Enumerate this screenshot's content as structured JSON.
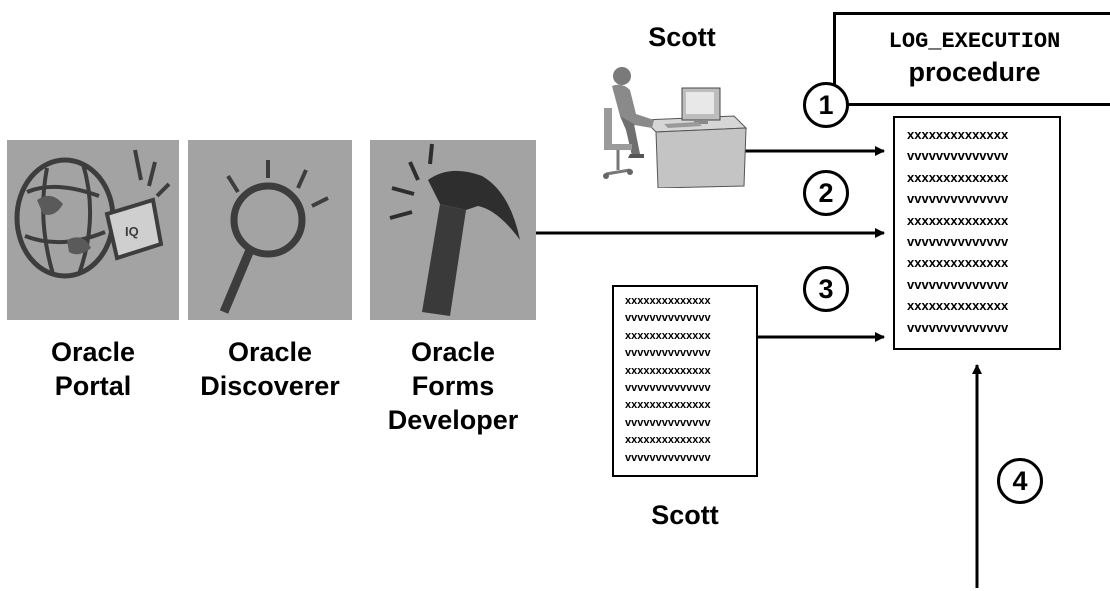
{
  "procedure": {
    "name": "LOG_EXECUTION",
    "label": "procedure"
  },
  "user_label_top": "Scott",
  "script_label": "Scott",
  "tools": [
    {
      "line1": "Oracle",
      "line2": "Portal",
      "line3": ""
    },
    {
      "line1": "Oracle",
      "line2": "Discoverer",
      "line3": ""
    },
    {
      "line1": "Oracle",
      "line2": "Forms",
      "line3": "Developer"
    }
  ],
  "steps": [
    "1",
    "2",
    "3",
    "4"
  ],
  "log_document": {
    "rows": [
      "xxxxxxxxxxxxxx",
      "vvvvvvvvvvvvvv",
      "xxxxxxxxxxxxxx",
      "vvvvvvvvvvvvvv",
      "xxxxxxxxxxxxxx",
      "vvvvvvvvvvvvvv",
      "xxxxxxxxxxxxxx",
      "vvvvvvvvvvvvvv",
      "xxxxxxxxxxxxxx",
      "vvvvvvvvvvvvvv"
    ]
  },
  "script_document": {
    "rows": [
      "xxxxxxxxxxxxxx",
      "vvvvvvvvvvvvvv",
      "xxxxxxxxxxxxxx",
      "vvvvvvvvvvvvvv",
      "xxxxxxxxxxxxxx",
      "vvvvvvvvvvvvvv",
      "xxxxxxxxxxxxxx",
      "vvvvvvvvvvvvvv",
      "xxxxxxxxxxxxxx",
      "vvvvvvvvvvvvvv"
    ]
  },
  "icons": {
    "portal": "globe-map-icon",
    "discoverer": "magnifying-glass-icon",
    "forms": "hammer-icon",
    "user": "person-at-computer-icon"
  }
}
